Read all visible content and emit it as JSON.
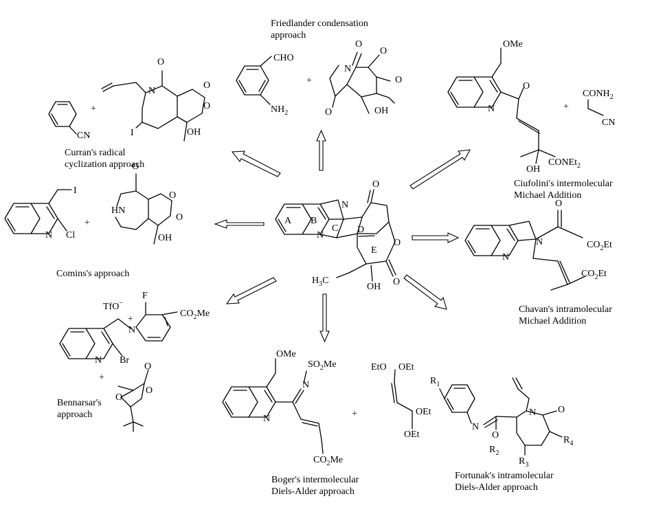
{
  "approaches": {
    "friedlander": [
      "Friedlander condensation",
      "approach"
    ],
    "curran": [
      "Curran's radical",
      "cyclization approach"
    ],
    "ciufolini": [
      "Ciufolini's intermolecular",
      "Michael Addition"
    ],
    "comins": [
      "Comins's approach"
    ],
    "chavan": [
      "Chavan's intramolecular",
      "Michael Addition"
    ],
    "bennarsar": [
      "Bennarsar's",
      "approach"
    ],
    "boger": [
      "Boger's intermolecular",
      "Diels-Alder approach"
    ],
    "fortunak": [
      "Fortunak's intramolecular",
      "Diels-Alder approach"
    ]
  },
  "ring_labels": [
    "A",
    "B",
    "C",
    "D",
    "E"
  ],
  "atoms": {
    "cho": "CHO",
    "nh2": "NH",
    "nh2_sub": "2",
    "o": "O",
    "oh": "OH",
    "n": "N",
    "i": "I",
    "cn": "CN",
    "ome": "OMe",
    "conh2": "CONH",
    "conh2_sub": "2",
    "conet2": "CONEt",
    "conet2_sub": "2",
    "hn": "HN",
    "cl": "Cl",
    "h3c": "H",
    "h3c_sub": "3",
    "h3c_c": "C",
    "co2et": "CO",
    "co2et_sub": "2",
    "co2et_tail": "Et",
    "co2me": "CO",
    "co2me_sub": "2",
    "co2me_tail": "Me",
    "tfo": "TfO",
    "tfo_sup": "−",
    "plus_charge": "+",
    "f": "F",
    "br": "Br",
    "so2me": "SO",
    "so2me_sub": "2",
    "so2me_tail": "Me",
    "eto": "EtO",
    "oet": "OEt",
    "r1": "R",
    "r1_sub": "1",
    "r2": "R",
    "r2_sub": "2",
    "r3": "R",
    "r3_sub": "3",
    "r4": "R",
    "r4_sub": "4"
  },
  "plus_sign": "+"
}
